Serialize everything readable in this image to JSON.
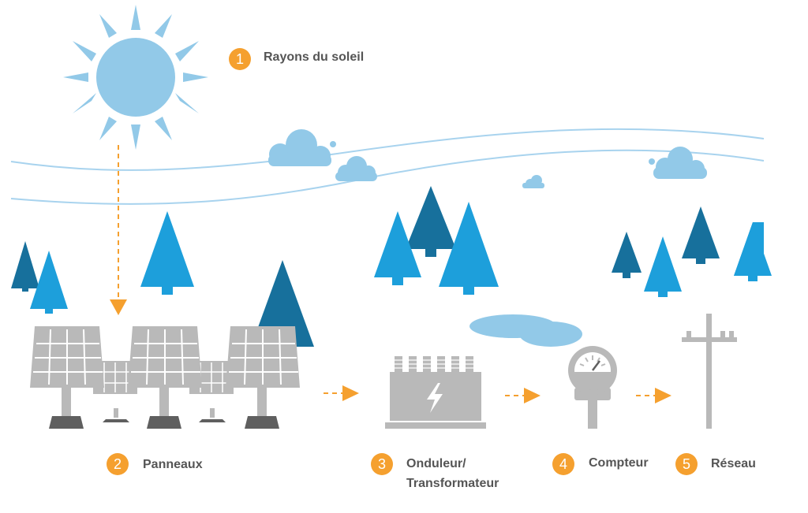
{
  "steps": [
    {
      "number": "1",
      "label": "Rayons du soleil"
    },
    {
      "number": "2",
      "label": "Panneaux"
    },
    {
      "number": "3",
      "label_line1": "Onduleur/",
      "label_line2": "Transformateur"
    },
    {
      "number": "4",
      "label": "Compteur"
    },
    {
      "number": "5",
      "label": "Réseau"
    }
  ],
  "colors": {
    "sun": "#92c9e8",
    "tree_light": "#1d9fdb",
    "tree_dark": "#17709c",
    "cloud": "#92c9e8",
    "wave": "#a8d3ee",
    "arrow": "#f5a02f",
    "equipment": "#b9b9b9",
    "equipment_dark": "#5f5f5f",
    "badge": "#f5a02f",
    "label": "#555555"
  }
}
